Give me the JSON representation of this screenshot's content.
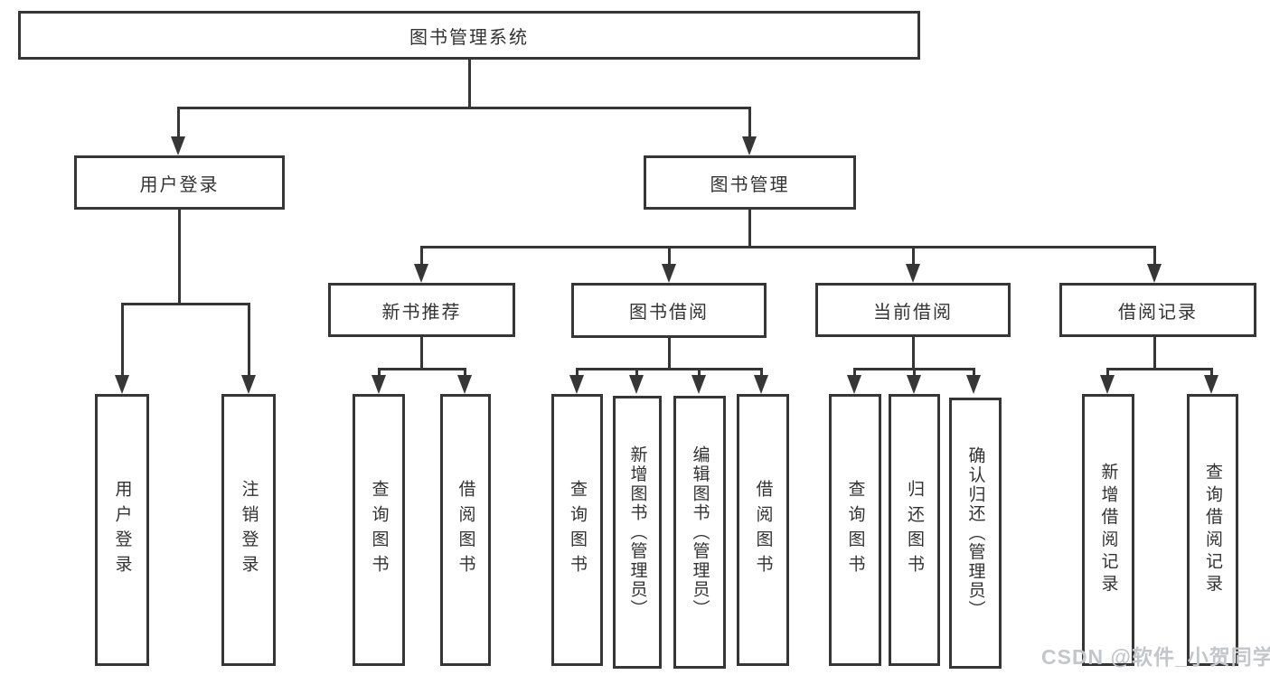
{
  "diagram": {
    "nodes": {
      "root": "图书管理系统",
      "user_login": "用户登录",
      "book_mgmt": "图书管理",
      "new_book_rec": "新书推荐",
      "book_borrow": "图书借阅",
      "current_borrow": "当前借阅",
      "borrow_records": "借阅记录",
      "leaf_user_login": "用户登录",
      "leaf_logout": "注销登录",
      "leaf_query_book_1": "查询图书",
      "leaf_borrow_book_1": "借阅图书",
      "leaf_query_book_2": "查询图书",
      "leaf_add_book_admin": "新增图书（管理员）",
      "leaf_edit_book_admin": "编辑图书（管理员）",
      "leaf_borrow_book_2": "借阅图书",
      "leaf_query_book_3": "查询图书",
      "leaf_return_book": "归还图书",
      "leaf_confirm_return_admin": "确认归还（管理员）",
      "leaf_add_borrow_record": "新增借阅记录",
      "leaf_query_borrow_record": "查询借阅记录"
    },
    "line_color": "#363636",
    "text_color": "#333333"
  },
  "watermark": {
    "text": "CSDN @软件_小贺同学"
  }
}
